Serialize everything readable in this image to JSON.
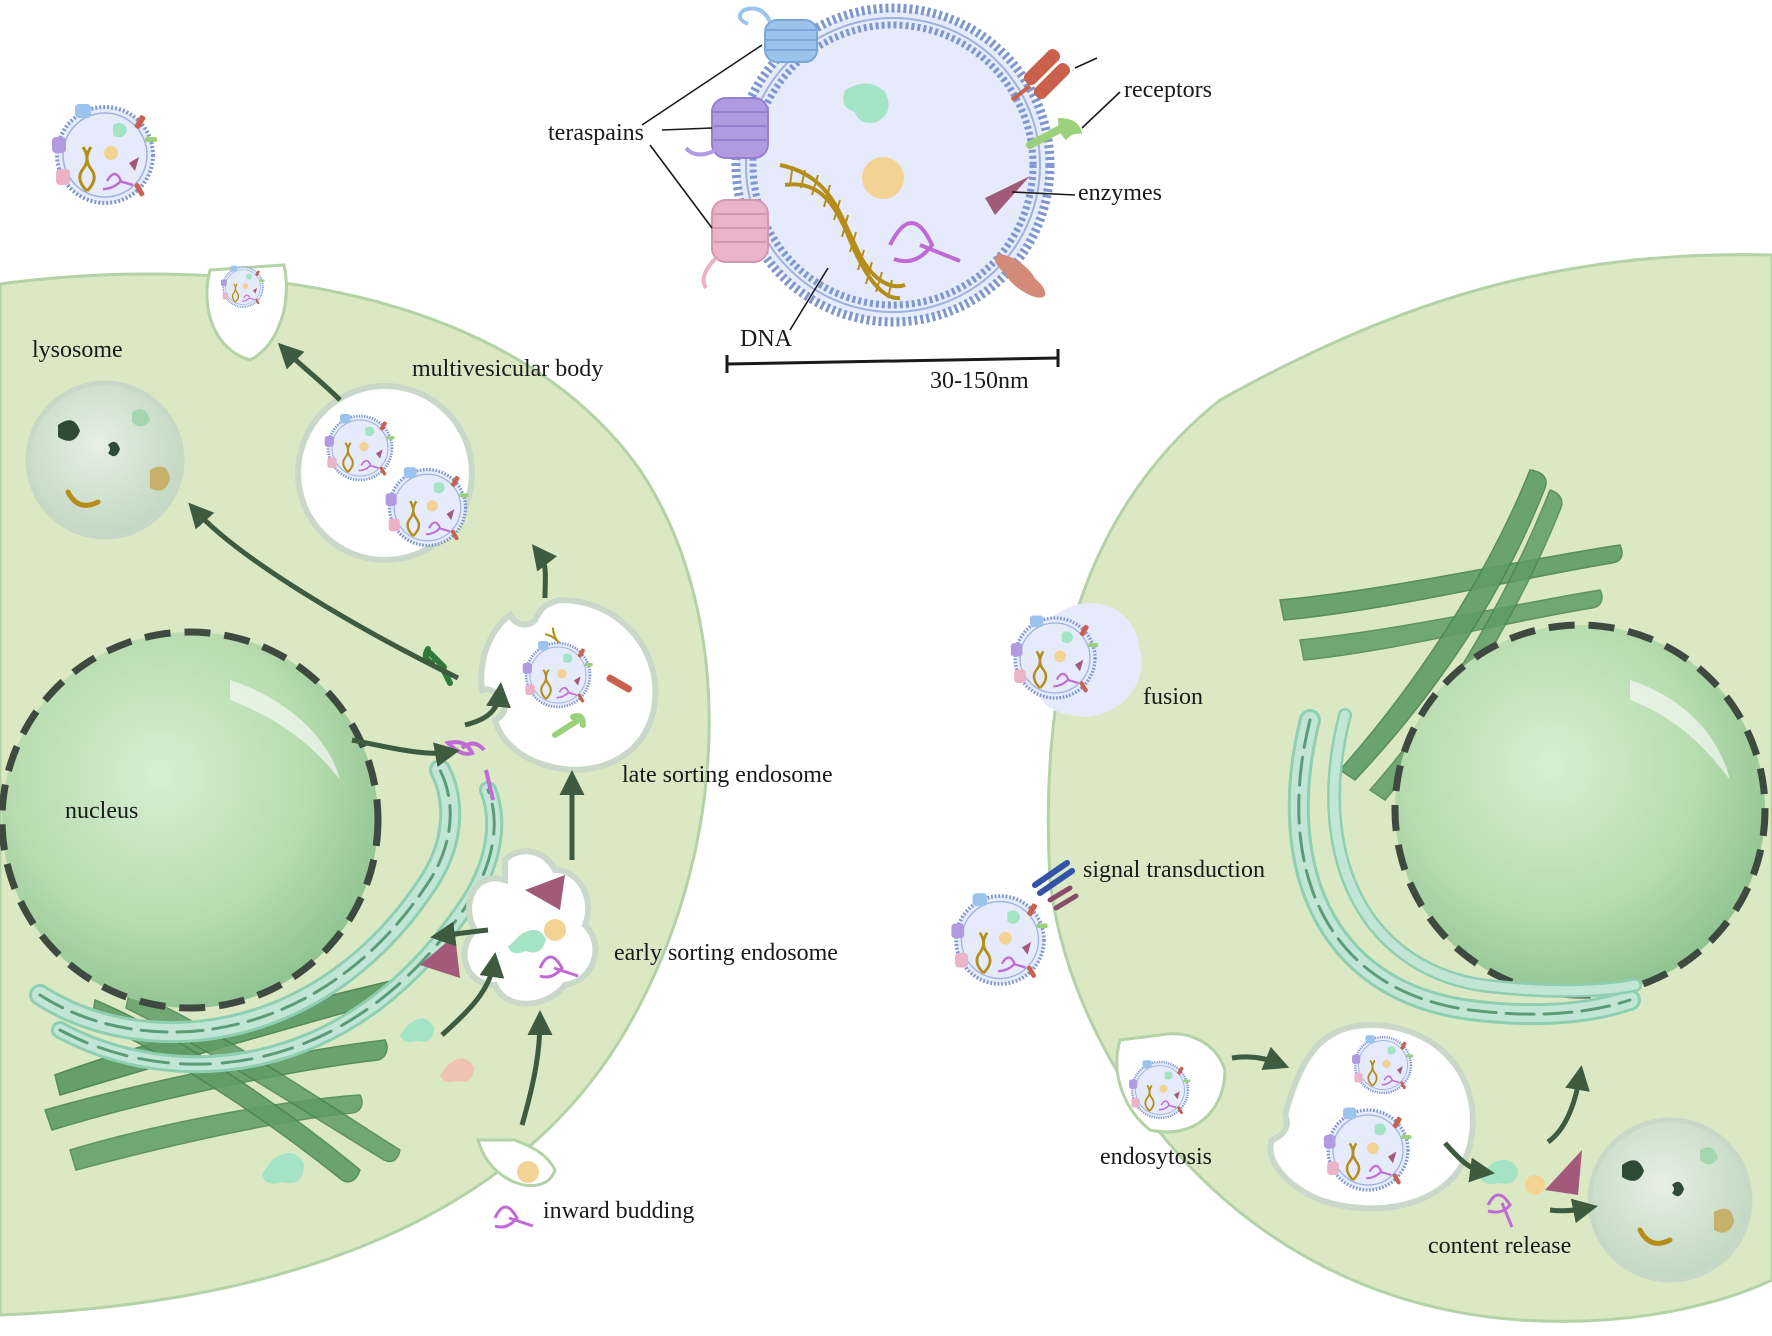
{
  "colors": {
    "cell_fill": "#dbe8c4",
    "cell_stroke": "#b3d2a6",
    "nucleus_fill": "#b8dcb0",
    "nucleus_dash": "#3e4a40",
    "er_fill": "#c2e6d6",
    "golgi_fill": "#5f9c66",
    "vesicle_fill": "#e5ebfa",
    "vesicle_stroke": "#7f96cf",
    "lysosome_fill": "#cfe0cd",
    "arrow": "#3e5a3f",
    "enzyme": "#a35a7a",
    "rna": "#c06ad6",
    "dna": "#b58d1a",
    "receptor_red": "#c9614c",
    "receptor_green": "#9bd17b",
    "tetra_blue": "#9bc3ec",
    "tetra_purple": "#b09ae0",
    "tetra_pink": "#eab3c8",
    "protein_green": "#a5e3c5",
    "cargo_yellow": "#f2d394"
  },
  "exosome": {
    "tetraspanins": "teraspains",
    "receptors": "receptors",
    "enzymes": "enzymes",
    "dna": "DNA",
    "size": "30-150nm"
  },
  "biogenesis": {
    "lysosome": "lysosome",
    "mvb": "multivesicular body",
    "late_endosome": "late sorting endosome",
    "nucleus": "nucleus",
    "early_endosome": "early sorting endosome",
    "inward_budding": "inward budding"
  },
  "uptake": {
    "fusion": "fusion",
    "signal": "signal transduction",
    "endocytosis": "endosytosis",
    "content_release": "content release"
  }
}
